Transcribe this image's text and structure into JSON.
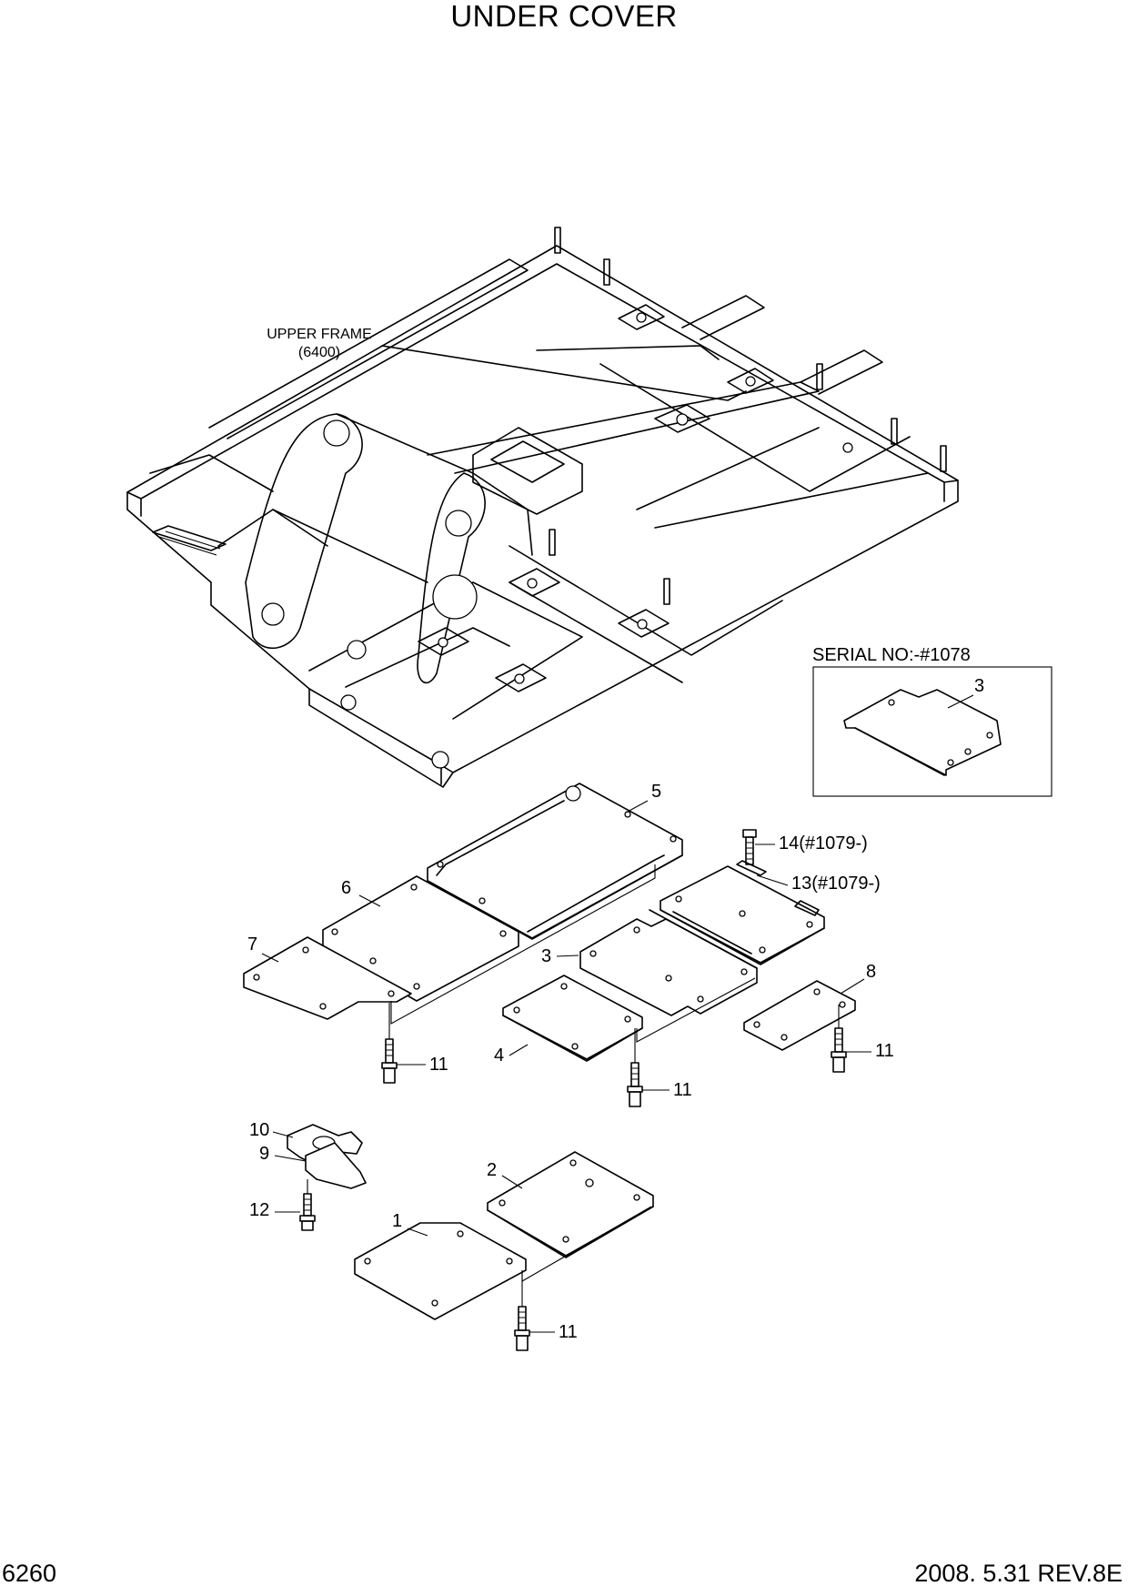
{
  "title": "UNDER COVER",
  "page_number": "6260",
  "revision": "2008. 5.31  REV.8E",
  "frame_label": {
    "line1": "UPPER FRAME",
    "line2": "(6400)"
  },
  "inset": {
    "serial_label": "SERIAL NO:-#1078",
    "part": "3"
  },
  "callouts": {
    "p1": "1",
    "p2": "2",
    "p3": "3",
    "p4": "4",
    "p5": "5",
    "p6": "6",
    "p7": "7",
    "p8": "8",
    "p9": "9",
    "p10": "10",
    "p11a": "11",
    "p11b": "11",
    "p11c": "11",
    "p11d": "11",
    "p12": "12",
    "p13": "13(#1079-)",
    "p14": "14(#1079-)"
  }
}
